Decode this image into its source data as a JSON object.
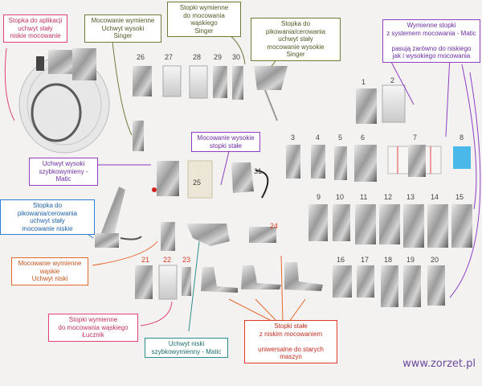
{
  "labels": {
    "applique": "Stopka do aplikacji\nuchwyt stały\nniskie mocowanie",
    "interchangeable_high": "Mocowanie wymienne\nUchwyt wysoki\nSinger",
    "narrow_feet": "Stopki wymienne\ndo mocowania wąskiego\nSinger",
    "quilting_high": "Stopka do pikowania/cerowania\nuchwyt stały\nmocowanie wysokie\nSinger",
    "matic_system": "Wymienne stopki\nz systemem mocowania - Matic\n\npasują zarówno do niskiego\njak i wysokiego mocowania",
    "high_fixed": "Mocowanie wysokie\nstopki stałe",
    "snap_high": "Uchwyt wysoki\nszybkowymieny - Matic",
    "quilting_low": "Stopka do pikowania/cerowania\nuchwyt stały\nmocowanie niskie",
    "narrow_low": "Mocowanie wymienne\nwąskie\nUchwyt niski",
    "lucznik": "Stopki wymienne\ndo mocowania wąskiego\nŁucznik",
    "snap_low": "Uchwyt niski\nszybkowymienny - Matic",
    "fixed_low": "Stopki stałe\nz niskim mocowaniem\n\nuniwersalne do starych maszyn"
  },
  "numbers": {
    "n1": "1",
    "n2": "2",
    "n3": "3",
    "n4": "4",
    "n5": "5",
    "n6": "6",
    "n7": "7",
    "n8": "8",
    "n9": "9",
    "n10": "10",
    "n11": "11",
    "n12": "12",
    "n13": "13",
    "n14": "14",
    "n15": "15",
    "n16": "16",
    "n17": "17",
    "n18": "18",
    "n19": "19",
    "n20": "20",
    "n21": "21",
    "n22": "22",
    "n23": "23",
    "n24": "24",
    "n25": "25",
    "n26": "26",
    "n27": "27",
    "n28": "28",
    "n29": "29",
    "n30": "30",
    "n31": "31"
  },
  "footer": {
    "url": "www.zorzet.pl"
  }
}
